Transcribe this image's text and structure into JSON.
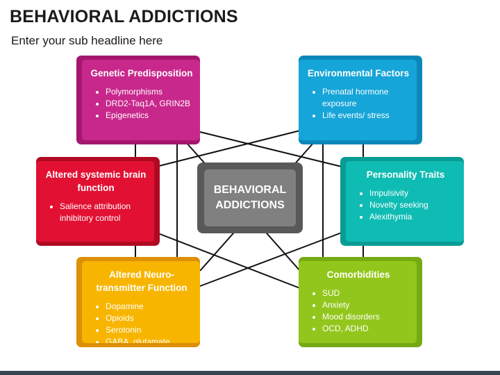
{
  "title": "BEHAVIORAL ADDICTIONS",
  "subtitle": "Enter your sub headline here",
  "center_label": "BEHAVIORAL ADDICTIONS",
  "colors": {
    "genetic": {
      "dark": "#a5166e",
      "light": "#c8288c"
    },
    "environmental": {
      "dark": "#0c88b8",
      "light": "#16a5d8"
    },
    "altered_brain": {
      "dark": "#b00a23",
      "light": "#e21133"
    },
    "personality": {
      "dark": "#089c94",
      "light": "#0fbcb3"
    },
    "neurotransmitter": {
      "dark": "#dd8f05",
      "light": "#f7b500"
    },
    "comorbidities": {
      "dark": "#76aa12",
      "light": "#93c61c"
    },
    "center": {
      "dark": "#595959",
      "light": "#808080"
    }
  },
  "factors": {
    "genetic": {
      "heading": "Genetic Predisposition",
      "items": [
        "Polymorphisms",
        "DRD2-Taq1A, GRIN2B",
        "Epigenetics"
      ]
    },
    "environmental": {
      "heading": "Environmental Factors",
      "items": [
        "Prenatal hormone exposure",
        "Life events/ stress"
      ]
    },
    "altered_brain": {
      "heading": "Altered systemic brain function",
      "items": [
        "Salience attribution inhibitory control"
      ]
    },
    "personality": {
      "heading": "Personality Traits",
      "items": [
        "Impulsivity",
        "Novelty seeking",
        "Alexithymia"
      ]
    },
    "neurotransmitter": {
      "heading": "Altered Neuro-transmitter Function",
      "items": [
        "Dopamine",
        "Opioids",
        "Serotonin",
        "GABA, glutamate"
      ]
    },
    "comorbidities": {
      "heading": "Comorbidities",
      "items": [
        "SUD",
        "Anxiety",
        "Mood disorders",
        "OCD, ADHD"
      ]
    }
  }
}
